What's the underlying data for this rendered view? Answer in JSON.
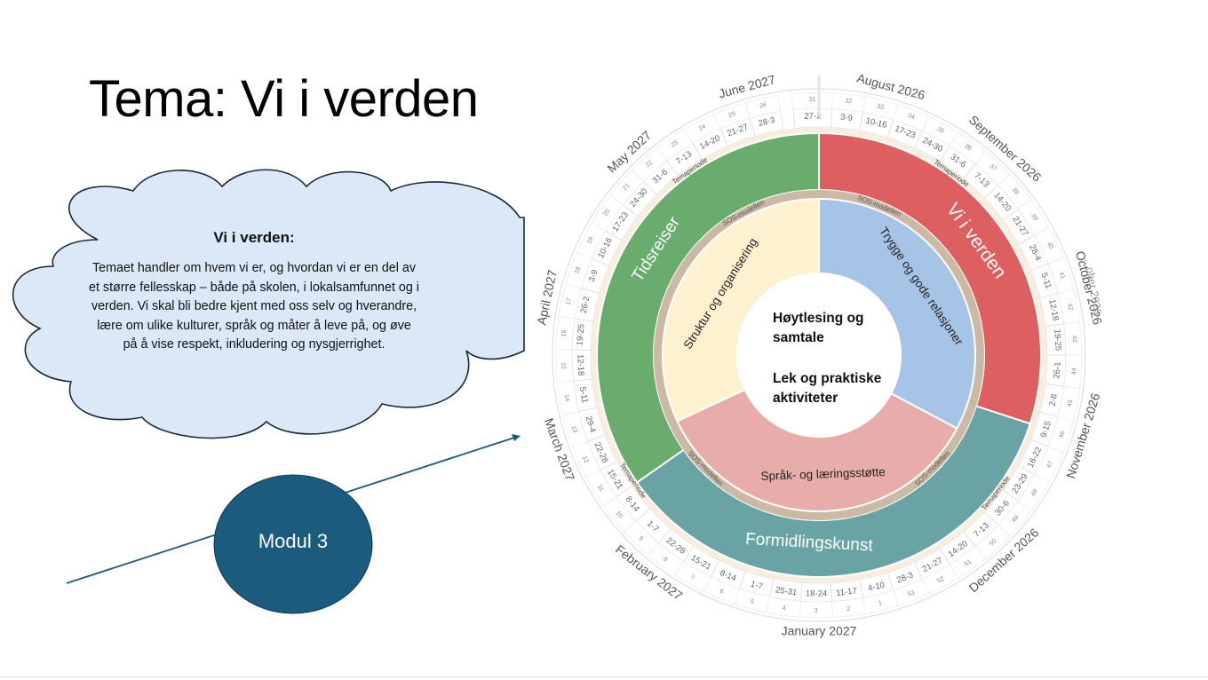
{
  "slide": {
    "title": "Tema: Vi i verden",
    "cloud": {
      "heading": "Vi i verden:",
      "body": "Temaet handler om hvem vi er, og hvordan vi er en del av et større fellesskap – både på skolen, i lokalsamfunnet og i verden. Vi skal bli bedre kjent med oss selv og hverandre, lære om ulike kulturer, språk og måter å leve på, og øve på å vise respekt, inkludering og nysgjerrighet."
    },
    "module_label": "Modul 3"
  },
  "wheel": {
    "center": {
      "line1": "Høytlesing og",
      "line2": "samtale",
      "line3": "Lek og praktiske",
      "line4": "aktiviteter"
    },
    "themes": [
      {
        "label": "Vi i verden",
        "color": "#dd5f5f"
      },
      {
        "label": "Formidlingskunst",
        "color": "#6aa3a3"
      },
      {
        "label": "Tidsreiser",
        "color": "#6aab6e"
      }
    ],
    "inner_sectors": [
      {
        "label": "Trygge og gode relasjoner",
        "color": "#a6c4e6"
      },
      {
        "label": "Språk- og læringsstøtte",
        "color": "#e8adab"
      },
      {
        "label": "Struktur og organisering",
        "color": "#fdf1cf"
      }
    ],
    "period_label": "Temaperiode",
    "model_label": "SOS-modellen",
    "months": [
      {
        "label": "August 2026"
      },
      {
        "label": "September 2026"
      },
      {
        "label": "October 2026"
      },
      {
        "label": "November 2026"
      },
      {
        "label": "December 2026"
      },
      {
        "label": "January 2027"
      },
      {
        "label": "February 2027"
      },
      {
        "label": "March 2027"
      },
      {
        "label": "April 2027"
      },
      {
        "label": "May 2027"
      },
      {
        "label": "June 2027"
      }
    ],
    "faded_text": "...ober 2026",
    "weeks": [
      {
        "num": "32",
        "range": "3-9"
      },
      {
        "num": "33",
        "range": "10-16"
      },
      {
        "num": "34",
        "range": "17-23"
      },
      {
        "num": "35",
        "range": "24-30"
      },
      {
        "num": "36",
        "range": "31-6"
      },
      {
        "num": "37",
        "range": "7-13"
      },
      {
        "num": "38",
        "range": "14-20"
      },
      {
        "num": "39",
        "range": "21-27"
      },
      {
        "num": "40",
        "range": "28-4"
      },
      {
        "num": "41",
        "range": "5-11"
      },
      {
        "num": "42",
        "range": "12-18"
      },
      {
        "num": "43",
        "range": "19-25"
      },
      {
        "num": "44",
        "range": "26-1"
      },
      {
        "num": "45",
        "range": "2-8"
      },
      {
        "num": "46",
        "range": "9-15"
      },
      {
        "num": "47",
        "range": "16-22"
      },
      {
        "num": "48",
        "range": "23-29"
      },
      {
        "num": "49",
        "range": "30-6"
      },
      {
        "num": "50",
        "range": "7-13"
      },
      {
        "num": "51",
        "range": "14-20"
      },
      {
        "num": "52",
        "range": "21-27"
      },
      {
        "num": "53",
        "range": "28-3"
      },
      {
        "num": "1",
        "range": "4-10"
      },
      {
        "num": "2",
        "range": "11-17"
      },
      {
        "num": "3",
        "range": "18-24"
      },
      {
        "num": "4",
        "range": "25-31"
      },
      {
        "num": "5",
        "range": "1-7"
      },
      {
        "num": "6",
        "range": "8-14"
      },
      {
        "num": "7",
        "range": "15-21"
      },
      {
        "num": "8",
        "range": "22-28"
      },
      {
        "num": "9",
        "range": "1-7"
      },
      {
        "num": "10",
        "range": "8-14"
      },
      {
        "num": "11",
        "range": "15-21"
      },
      {
        "num": "12",
        "range": "22-28"
      },
      {
        "num": "13",
        "range": "29-4"
      },
      {
        "num": "14",
        "range": "5-11"
      },
      {
        "num": "15",
        "range": "12-18"
      },
      {
        "num": "16",
        "range": "19-25"
      },
      {
        "num": "17",
        "range": "26-2"
      },
      {
        "num": "18",
        "range": "3-9"
      },
      {
        "num": "19",
        "range": "10-16"
      },
      {
        "num": "20",
        "range": "17-23"
      },
      {
        "num": "21",
        "range": "24-30"
      },
      {
        "num": "22",
        "range": "31-6"
      },
      {
        "num": "23",
        "range": "7-13"
      },
      {
        "num": "24",
        "range": "14-20"
      },
      {
        "num": "25",
        "range": "21-27"
      },
      {
        "num": "26",
        "range": "28-3"
      },
      {
        "num": "31",
        "range": "27-2"
      }
    ]
  },
  "colors": {
    "cloud_fill": "#dae8f7",
    "cloud_stroke": "#1b2a3a",
    "module_fill": "#1a5b7e",
    "arrow": "#1a5b7e",
    "cream_ring": "#f7eedf"
  }
}
